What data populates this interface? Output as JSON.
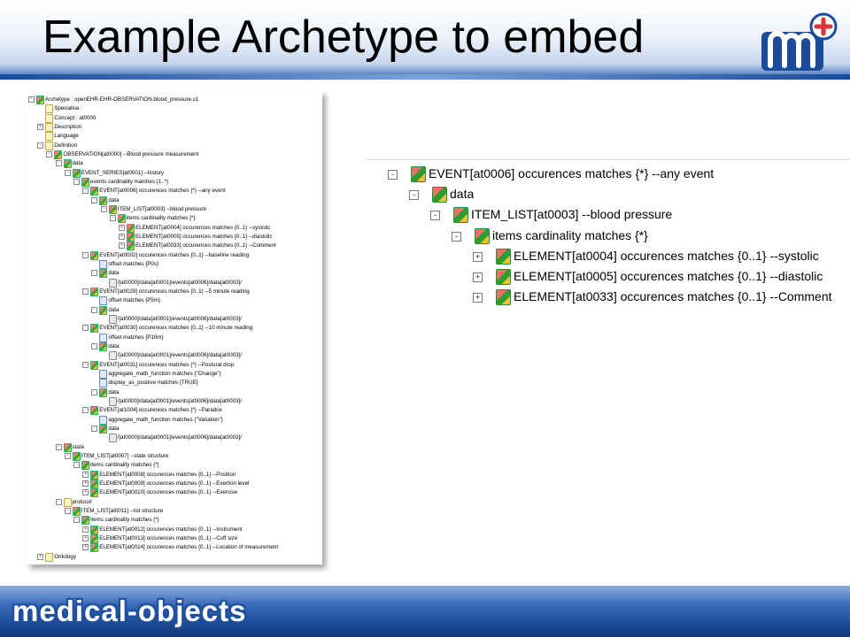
{
  "slide": {
    "title": "Example Archetype to embed",
    "brand_logo_left": "medical-objects",
    "brand_mark_right": "m",
    "colors": {
      "header_blue": "#2f5fb0",
      "footer_blue": "#1f4f9f",
      "node_red": "#ff6b6b",
      "node_green": "#2f9e2f"
    }
  },
  "tree": {
    "rows": [
      {
        "depth": 0,
        "toggle": "-",
        "icon": "node",
        "label": "Archetype : openEHR-EHR-OBSERVATION.blood_pressure.v1"
      },
      {
        "depth": 1,
        "toggle": "",
        "icon": "doc",
        "label": "Specialise :"
      },
      {
        "depth": 1,
        "toggle": "",
        "icon": "doc",
        "label": "Concept : at0000"
      },
      {
        "depth": 1,
        "toggle": "+",
        "icon": "doc",
        "label": "Description"
      },
      {
        "depth": 1,
        "toggle": "",
        "icon": "doc",
        "label": "Language"
      },
      {
        "depth": 1,
        "toggle": "-",
        "icon": "doc",
        "label": "Definition"
      },
      {
        "depth": 2,
        "toggle": "-",
        "icon": "node",
        "label": "OBSERVATION[at0000] --Blood pressure measurement"
      },
      {
        "depth": 3,
        "toggle": "-",
        "icon": "node",
        "label": "data"
      },
      {
        "depth": 4,
        "toggle": "-",
        "icon": "node",
        "label": "EVENT_SERIES[at0001] --history"
      },
      {
        "depth": 5,
        "toggle": "-",
        "icon": "node",
        "label": "events cardinality matches {1..*}"
      },
      {
        "depth": 6,
        "toggle": "-",
        "icon": "node",
        "label": "EVENT[at0006] occurences matches {*} --any event"
      },
      {
        "depth": 7,
        "toggle": "-",
        "icon": "node",
        "label": "data"
      },
      {
        "depth": 8,
        "toggle": "-",
        "icon": "node",
        "label": "ITEM_LIST[at0003] --blood pressure"
      },
      {
        "depth": 9,
        "toggle": "-",
        "icon": "node",
        "label": "items cardinality matches {*}"
      },
      {
        "depth": 10,
        "toggle": "+",
        "icon": "node",
        "label": "ELEMENT[at0004] occurences matches {0..1} --systolic"
      },
      {
        "depth": 10,
        "toggle": "+",
        "icon": "node",
        "label": "ELEMENT[at0005] occurences matches {0..1} --diastolic"
      },
      {
        "depth": 10,
        "toggle": "+",
        "icon": "node",
        "label": "ELEMENT[at0033] occurences matches {0..1} --Comment"
      },
      {
        "depth": 6,
        "toggle": "-",
        "icon": "node",
        "label": "EVENT[at0002] occurences matches {0..1} --baseline reading"
      },
      {
        "depth": 7,
        "toggle": "",
        "icon": "attr",
        "label": "offset matches {P0s}"
      },
      {
        "depth": 7,
        "toggle": "-",
        "icon": "node",
        "label": "data"
      },
      {
        "depth": 8,
        "toggle": "",
        "icon": "path",
        "label": "/[at0000]/data[at0001]/events[at0006]/data[at0003]/"
      },
      {
        "depth": 6,
        "toggle": "-",
        "icon": "node",
        "label": "EVENT[at0029] occurences matches {0..1} --5 minute reading"
      },
      {
        "depth": 7,
        "toggle": "",
        "icon": "attr",
        "label": "offset matches {P5m}"
      },
      {
        "depth": 7,
        "toggle": "-",
        "icon": "node",
        "label": "data"
      },
      {
        "depth": 8,
        "toggle": "",
        "icon": "path",
        "label": "/[at0000]/data[at0001]/events[at0006]/data[at0003]/"
      },
      {
        "depth": 6,
        "toggle": "-",
        "icon": "node",
        "label": "EVENT[at0030] occurences matches {0..1} --10 minute reading"
      },
      {
        "depth": 7,
        "toggle": "",
        "icon": "attr",
        "label": "offset matches {P10m}"
      },
      {
        "depth": 7,
        "toggle": "-",
        "icon": "node",
        "label": "data"
      },
      {
        "depth": 8,
        "toggle": "",
        "icon": "path",
        "label": "/[at0000]/data[at0001]/events[at0006]/data[at0003]/"
      },
      {
        "depth": 6,
        "toggle": "-",
        "icon": "node",
        "label": "EVENT[at0031] occurences matches {*} --Postural drop"
      },
      {
        "depth": 7,
        "toggle": "",
        "icon": "attr",
        "label": "aggregate_math_function matches {\"Change\"}"
      },
      {
        "depth": 7,
        "toggle": "",
        "icon": "attr",
        "label": "display_as_positive matches {TRUE}"
      },
      {
        "depth": 7,
        "toggle": "-",
        "icon": "node",
        "label": "data"
      },
      {
        "depth": 8,
        "toggle": "",
        "icon": "path",
        "label": "/[at0000]/data[at0001]/events[at0006]/data[at0003]/"
      },
      {
        "depth": 6,
        "toggle": "-",
        "icon": "node",
        "label": "EVENT[at1004] occurences matches {*} --Paradox"
      },
      {
        "depth": 7,
        "toggle": "",
        "icon": "attr",
        "label": "aggregate_math_function matches {\"Variation\"}"
      },
      {
        "depth": 7,
        "toggle": "-",
        "icon": "node",
        "label": "data"
      },
      {
        "depth": 8,
        "toggle": "",
        "icon": "path",
        "label": "/[at0000]/data[at0001]/events[at0006]/data[at0003]/"
      },
      {
        "depth": 3,
        "toggle": "-",
        "icon": "node",
        "label": "state"
      },
      {
        "depth": 4,
        "toggle": "-",
        "icon": "node",
        "label": "ITEM_LIST[at0007] --state structure"
      },
      {
        "depth": 5,
        "toggle": "-",
        "icon": "node",
        "label": "items cardinality matches {*}"
      },
      {
        "depth": 6,
        "toggle": "+",
        "icon": "node",
        "label": "ELEMENT[at0008] occurences matches {0..1} --Position"
      },
      {
        "depth": 6,
        "toggle": "+",
        "icon": "node",
        "label": "ELEMENT[at0009] occurences matches {0..1} --Exertion level"
      },
      {
        "depth": 6,
        "toggle": "+",
        "icon": "node",
        "label": "ELEMENT[at0010] occurences matches {0..1} --Exercise"
      },
      {
        "depth": 3,
        "toggle": "-",
        "icon": "doc",
        "label": "protocol"
      },
      {
        "depth": 4,
        "toggle": "-",
        "icon": "node",
        "label": "ITEM_LIST[at0011] --list structure"
      },
      {
        "depth": 5,
        "toggle": "-",
        "icon": "node",
        "label": "items cardinality matches {*}"
      },
      {
        "depth": 6,
        "toggle": "+",
        "icon": "node",
        "label": "ELEMENT[at0012] occurences matches {0..1} --Instrument"
      },
      {
        "depth": 6,
        "toggle": "+",
        "icon": "node",
        "label": "ELEMENT[at0013] occurences matches {0..1} --Cuff size"
      },
      {
        "depth": 6,
        "toggle": "+",
        "icon": "node",
        "label": "ELEMENT[at0014] occurences matches {0..1} --Location of measurement"
      },
      {
        "depth": 1,
        "toggle": "+",
        "icon": "doc",
        "label": "Ontology"
      }
    ]
  },
  "zoom": {
    "rows": [
      {
        "depth": 0,
        "toggle": "-",
        "label": "EVENT[at0006] occurences matches {*} --any event"
      },
      {
        "depth": 1,
        "toggle": "-",
        "label": "data"
      },
      {
        "depth": 2,
        "toggle": "-",
        "label": "ITEM_LIST[at0003] --blood pressure"
      },
      {
        "depth": 3,
        "toggle": "-",
        "label": "items cardinality matches {*}"
      },
      {
        "depth": 4,
        "toggle": "+",
        "label": "ELEMENT[at0004] occurences matches {0..1} --systolic"
      },
      {
        "depth": 4,
        "toggle": "+",
        "label": "ELEMENT[at0005] occurences matches {0..1} --diastolic"
      },
      {
        "depth": 4,
        "toggle": "+",
        "label": "ELEMENT[at0033] occurences matches {0..1} --Comment"
      }
    ]
  }
}
